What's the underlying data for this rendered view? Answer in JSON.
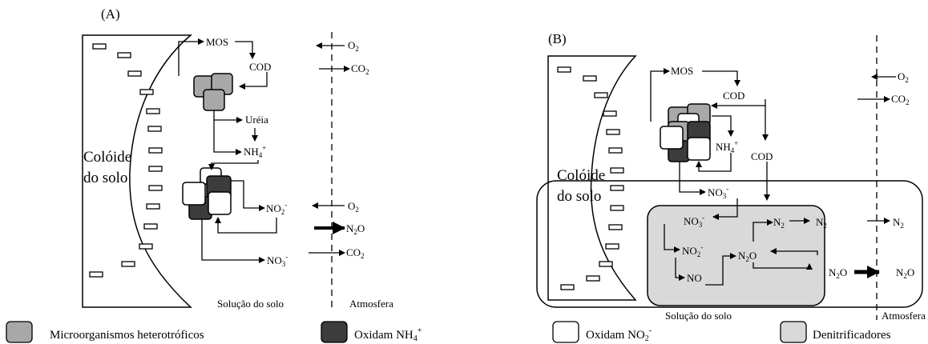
{
  "colors": {
    "heterotrophs": "#a8a8a8",
    "nh4_oxidizers": "#3c3c3c",
    "no2_oxidizers": "#ffffff",
    "denitrifiers": "#d9d9d9"
  },
  "panel_a": {
    "label": "(A)",
    "colloid": [
      "Colóide",
      "do solo"
    ],
    "mos": "MOS",
    "cod": "COD",
    "ureia": "Uréia",
    "nh4": "NH",
    "nh4_sub": "4",
    "nh4_sup": "+",
    "no2": "NO",
    "no2_sub": "2",
    "no2_sup": "-",
    "no3": "NO",
    "no3_sub": "3",
    "no3_sup": "-",
    "o2_top": "O",
    "o2_top_sub": "2",
    "co2_top": "CO",
    "co2_top_sub": "2",
    "o2_mid": "O",
    "o2_mid_sub": "2",
    "n2o": "N",
    "n2o_sub": "2",
    "n2o_end": "O",
    "co2_bot": "CO",
    "co2_bot_sub": "2",
    "solution": "Solução do solo",
    "atmosphere": "Atmosfera"
  },
  "panel_b": {
    "label": "(B)",
    "colloid": [
      "Colóide",
      "do solo"
    ],
    "mos": "MOS",
    "cod1": "COD",
    "nh4": "NH",
    "nh4_sub": "4",
    "nh4_sup": "+",
    "cod2": "COD",
    "no3_out": "NO",
    "no3_out_sub": "3",
    "no3_out_sup": "-",
    "no3_in": "NO",
    "no3_in_sub": "3",
    "no3_in_sup": "-",
    "no2_in": "NO",
    "no2_in_sub": "2",
    "no2_in_sup": "-",
    "no_in": "NO",
    "n2_in": "N",
    "n2_in_sub": "2",
    "n2o_in": "N",
    "n2o_in_sub": "2",
    "n2o_in_end": "O",
    "n2_out": "N",
    "n2_out_sub": "2",
    "n2_atm": "N",
    "n2_atm_sub": "2",
    "n2o_out": "N",
    "n2o_out_sub": "2",
    "n2o_out_end": "O",
    "n2o_atm": "N",
    "n2o_atm_sub": "2",
    "n2o_atm_end": "O",
    "o2": "O",
    "o2_sub": "2",
    "co2": "CO",
    "co2_sub": "2",
    "solution": "Solução do solo",
    "atmosphere": "Atmosfera"
  },
  "legend": {
    "heterotrophs": "Microorganismos heterotróficos",
    "nh4_oxidizers": "Oxidam NH",
    "nh4_sub": "4",
    "nh4_sup": "+",
    "no2_oxidizers": "Oxidam NO",
    "no2_sub": "2",
    "no2_sup": "-",
    "denitrifiers": "Denitrificadores"
  }
}
